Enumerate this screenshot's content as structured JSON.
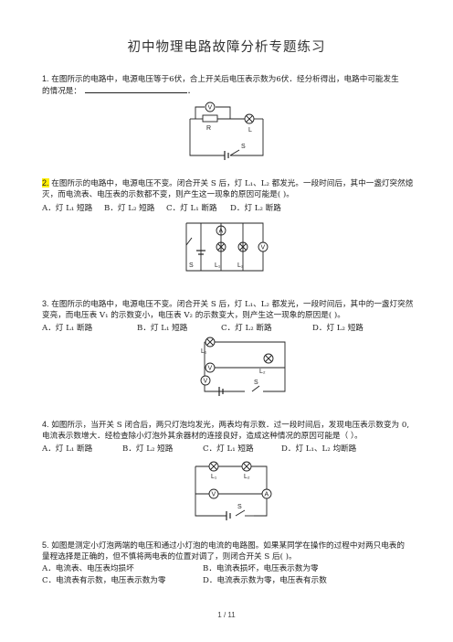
{
  "title": "初中物理电路故障分析专题练习",
  "q1": {
    "num": "1.",
    "text": "在图所示的电路中，电源电压等于6伏，合上开关后电压表示数为6伏．经分析得出，电路中可能发生",
    "text2": "的情况是：",
    "text2_end": "．",
    "fig": {
      "V": "V",
      "R": "R",
      "L": "L",
      "S": "S"
    }
  },
  "q2": {
    "num": "2.",
    "text": "在图所示的电路中，电源电压不变。闭合开关 S 后，灯 L₁、L₂ 都发光。一段时间后，其中一盏灯突然熄",
    "text2": "灭，而电流表、电压表的示数都不变，则产生这一现象的原因可能是(        )。",
    "options": [
      "A．灯 L₁ 短路",
      "B．灯 L₂ 短路",
      "C．灯 L₁ 断路",
      "D．灯 L₂ 断路"
    ],
    "fig": {
      "A": "A",
      "V": "V",
      "S": "S",
      "L1": "L₁",
      "L2": "L₂"
    }
  },
  "q3": {
    "num": "3.",
    "text": "在图所示的电路中，电源电压不变。闭合开关 S 后，灯 L₁、L₂ 都发光，一段时间后，其中的一盏灯突然",
    "text2": "变亮，而电压表 V₁ 的示数变小，电压表 V₂ 的示数变大，则产生这一现象的原因是(        )。",
    "options": [
      "A．灯 L₁ 断路",
      "B．灯 L₁ 短路",
      "C．灯 L₂ 断路",
      "D．灯 L₂ 短路"
    ],
    "fig": {
      "L1": "L₁",
      "L2": "L₂",
      "V1": "V",
      "V2": "V",
      "S": "S"
    }
  },
  "q4": {
    "num": "4.",
    "text": "如图所示，当开关 S 闭合后，两只灯泡均发光，两表均有示数．过一段时间后，发现电压表示数变为 0,",
    "text2": "电流表示数增大．经检查除小灯泡外其余器材的连接良好，造成这种情况的原因可能是（        ）。",
    "options": [
      "A．灯 L₁ 断路",
      "B．灯 L₂ 短路",
      "C．灯 L₁ 短路",
      "D．灯 L₁、L₂ 均断路"
    ],
    "fig": {
      "L1": "L₁",
      "L2": "L₂",
      "V": "V",
      "A": "A",
      "S": "S"
    }
  },
  "q5": {
    "num": "5.",
    "text": "如图是测定小灯泡两端的电压和通过小灯泡的电流的电路图。如果某同学在操作的过程中对两只电表的",
    "text2": "量程选择是正确的，但不慎将两电表的位置对调了，则闭合开关 S 后(        )。",
    "options": [
      "A．电流表、电压表均损坏",
      "B．电流表损坏，电压表示数为零",
      "C．电流表有示数，电压表示数为零",
      "D．电流表示数为零，电压表有示数"
    ]
  },
  "footer": "1 / 11"
}
